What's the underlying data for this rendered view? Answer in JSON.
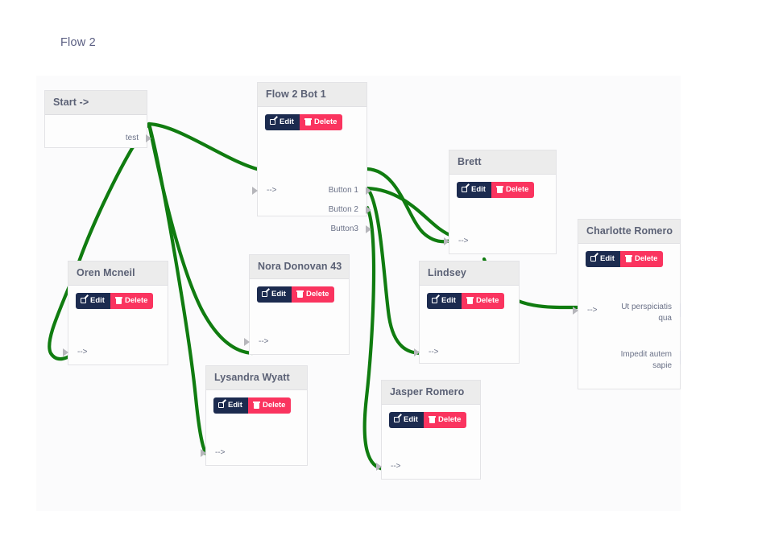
{
  "header": {
    "title": "Flow 2"
  },
  "canvas": {
    "edge_color": "#107c10",
    "node_header_bg": "#ececec",
    "node_bg": "#fdfdfd",
    "edit_color": "#1c2b4f",
    "delete_color": "#fa345f"
  },
  "buttons": {
    "edit_label": "Edit",
    "delete_label": "Delete"
  },
  "nodes": [
    {
      "id": "start",
      "title": "Start ->",
      "inputs": [],
      "outputs": [
        "test"
      ],
      "has_actions": false
    },
    {
      "id": "flow2bot1",
      "title": "Flow 2 Bot 1",
      "inputs": [
        "-->"
      ],
      "outputs": [
        "Button 1",
        "Button 2",
        "Button3"
      ],
      "has_actions": true
    },
    {
      "id": "oren",
      "title": "Oren Mcneil",
      "inputs": [
        "-->"
      ],
      "outputs": [],
      "has_actions": true
    },
    {
      "id": "nora",
      "title": "Nora Donovan 43",
      "inputs": [
        "-->"
      ],
      "outputs": [],
      "has_actions": true
    },
    {
      "id": "lysandra",
      "title": "Lysandra Wyatt",
      "inputs": [
        "-->"
      ],
      "outputs": [],
      "has_actions": true
    },
    {
      "id": "brett",
      "title": "Brett",
      "inputs": [
        "-->"
      ],
      "outputs": [],
      "has_actions": true
    },
    {
      "id": "lindsey",
      "title": "Lindsey",
      "inputs": [
        "-->"
      ],
      "outputs": [],
      "has_actions": true
    },
    {
      "id": "jasper",
      "title": "Jasper Romero",
      "inputs": [
        "-->"
      ],
      "outputs": [],
      "has_actions": true
    },
    {
      "id": "charlotte",
      "title": "Charlotte Romero",
      "inputs": [
        "-->"
      ],
      "outputs": [
        "Ut perspiciatis qua",
        "Impedit autem sapie"
      ],
      "has_actions": true
    }
  ],
  "edges": [
    {
      "from": "start.test",
      "to": "oren.in"
    },
    {
      "from": "start.test",
      "to": "nora.in"
    },
    {
      "from": "start.test",
      "to": "lysandra.in"
    },
    {
      "from": "start.test",
      "to": "flow2bot1.in"
    },
    {
      "from": "flow2bot1.Button 1",
      "to": "brett.in"
    },
    {
      "from": "flow2bot1.Button 2",
      "to": "brett.in"
    },
    {
      "from": "flow2bot1.Button 2",
      "to": "lindsey.in"
    },
    {
      "from": "flow2bot1.Button3",
      "to": "jasper.in"
    },
    {
      "from": "brett.out",
      "to": "charlotte.in"
    }
  ]
}
